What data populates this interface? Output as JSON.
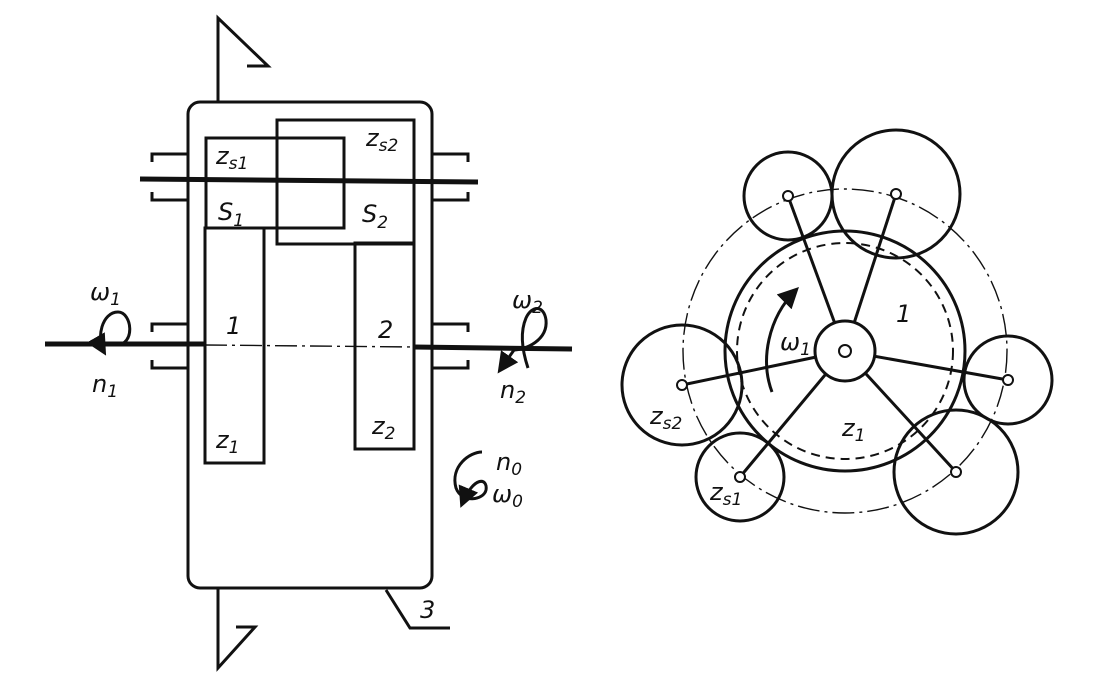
{
  "left_view": {
    "housing_label": "3",
    "gear_1": {
      "main": "z",
      "sub": "1"
    },
    "gear_2": {
      "main": "z",
      "sub": "2"
    },
    "planet_s1": {
      "main": "z",
      "sub": "s1"
    },
    "planet_s2": {
      "main": "z",
      "sub": "s2"
    },
    "shaft_s1": {
      "main": "S",
      "sub": "1"
    },
    "shaft_s2": {
      "main": "S",
      "sub": "2"
    },
    "axis_1": "1",
    "axis_2": "2",
    "input": {
      "omega": {
        "main": "ω",
        "sub": "1"
      },
      "n": {
        "main": "n",
        "sub": "1"
      }
    },
    "output": {
      "omega": {
        "main": "ω",
        "sub": "2"
      },
      "n": {
        "main": "n",
        "sub": "2"
      }
    },
    "carrier": {
      "n": {
        "main": "n",
        "sub": "0"
      },
      "omega": {
        "main": "ω",
        "sub": "0"
      }
    }
  },
  "right_view": {
    "center_label": "1",
    "omega": {
      "main": "ω",
      "sub": "1"
    },
    "z1": {
      "main": "z",
      "sub": "1"
    },
    "zs1": {
      "main": "z",
      "sub": "s1"
    },
    "zs2": {
      "main": "z",
      "sub": "s2"
    }
  }
}
